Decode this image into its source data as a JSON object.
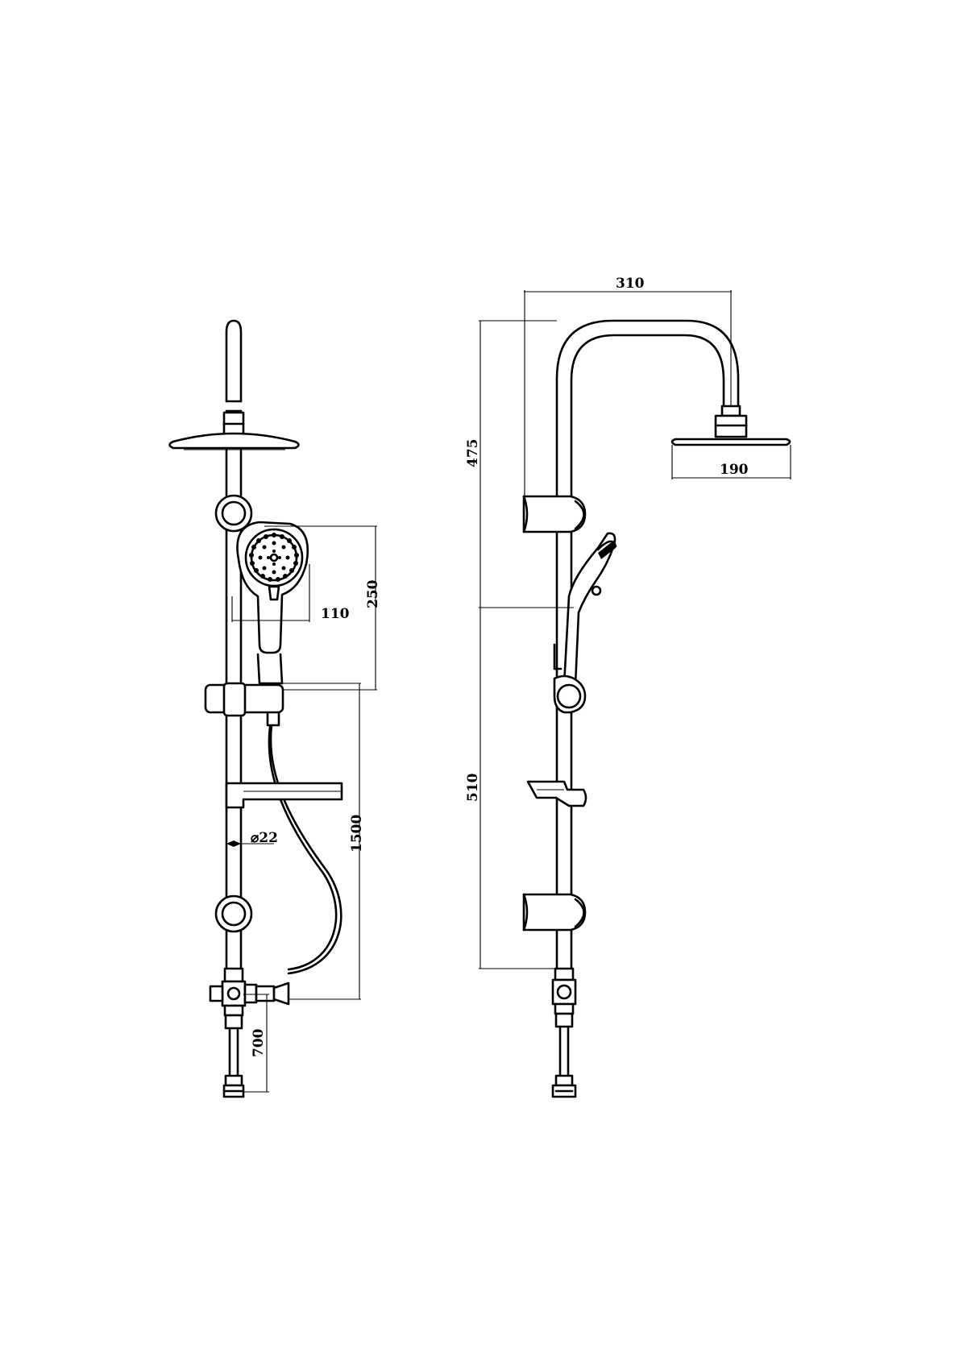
{
  "drawing": {
    "front_view": {
      "handshower_width": "110",
      "handshower_height": "250",
      "rail_diameter": "⌀22",
      "hose_length": "1500",
      "inlet_spacing": "700"
    },
    "side_view": {
      "arm_reach": "310",
      "head_diameter": "190",
      "upper_height": "475",
      "lower_height": "510"
    }
  }
}
